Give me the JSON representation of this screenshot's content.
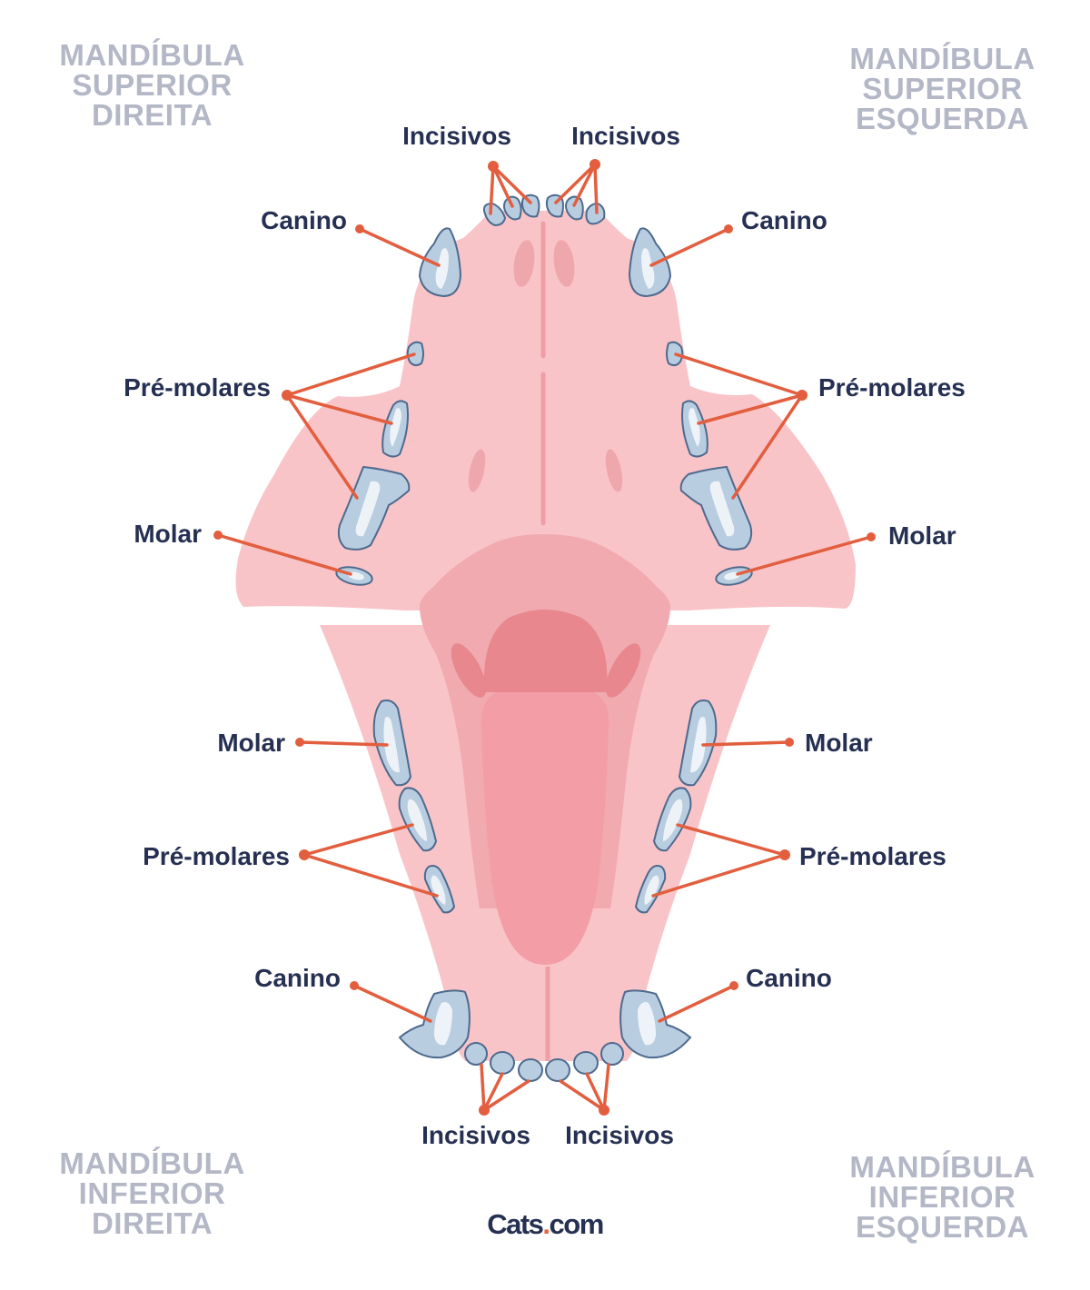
{
  "quadrants": {
    "upper_right": [
      "MANDÍBULA",
      "SUPERIOR",
      "DIREITA"
    ],
    "upper_left": [
      "MANDÍBULA",
      "SUPERIOR",
      "ESQUERDA"
    ],
    "lower_right": [
      "MANDÍBULA",
      "INFERIOR",
      "DIREITA"
    ],
    "lower_left": [
      "MANDÍBULA",
      "INFERIOR",
      "ESQUERDA"
    ]
  },
  "labels": {
    "upper": {
      "incisors_a": "Incisivos",
      "incisors_b": "Incisivos",
      "canine_a": "Canino",
      "canine_b": "Canino",
      "premolars_a": "Pré-molares",
      "premolars_b": "Pré-molares",
      "molar_a": "Molar",
      "molar_b": "Molar"
    },
    "lower": {
      "molar_a": "Molar",
      "molar_b": "Molar",
      "premolars_a": "Pré-molares",
      "premolars_b": "Pré-molares",
      "canine_a": "Canino",
      "canine_b": "Canino",
      "incisors_a": "Incisivos",
      "incisors_b": "Incisivos"
    }
  },
  "brand": {
    "name": "Cats",
    "dot": ".",
    "tld": "com"
  },
  "colors": {
    "gum": "#f9c4c8",
    "palate_ridge": "#efa7ae",
    "throat": "#f0aab0",
    "soft_palate": "#e8878e",
    "tongue": "#f39ea6",
    "tooth_fill": "#b9cde1",
    "tooth_outline": "#4e6a8d",
    "leader": "#e25e3e",
    "label": "#263052",
    "quadrant_label": "#b3b7c6"
  }
}
